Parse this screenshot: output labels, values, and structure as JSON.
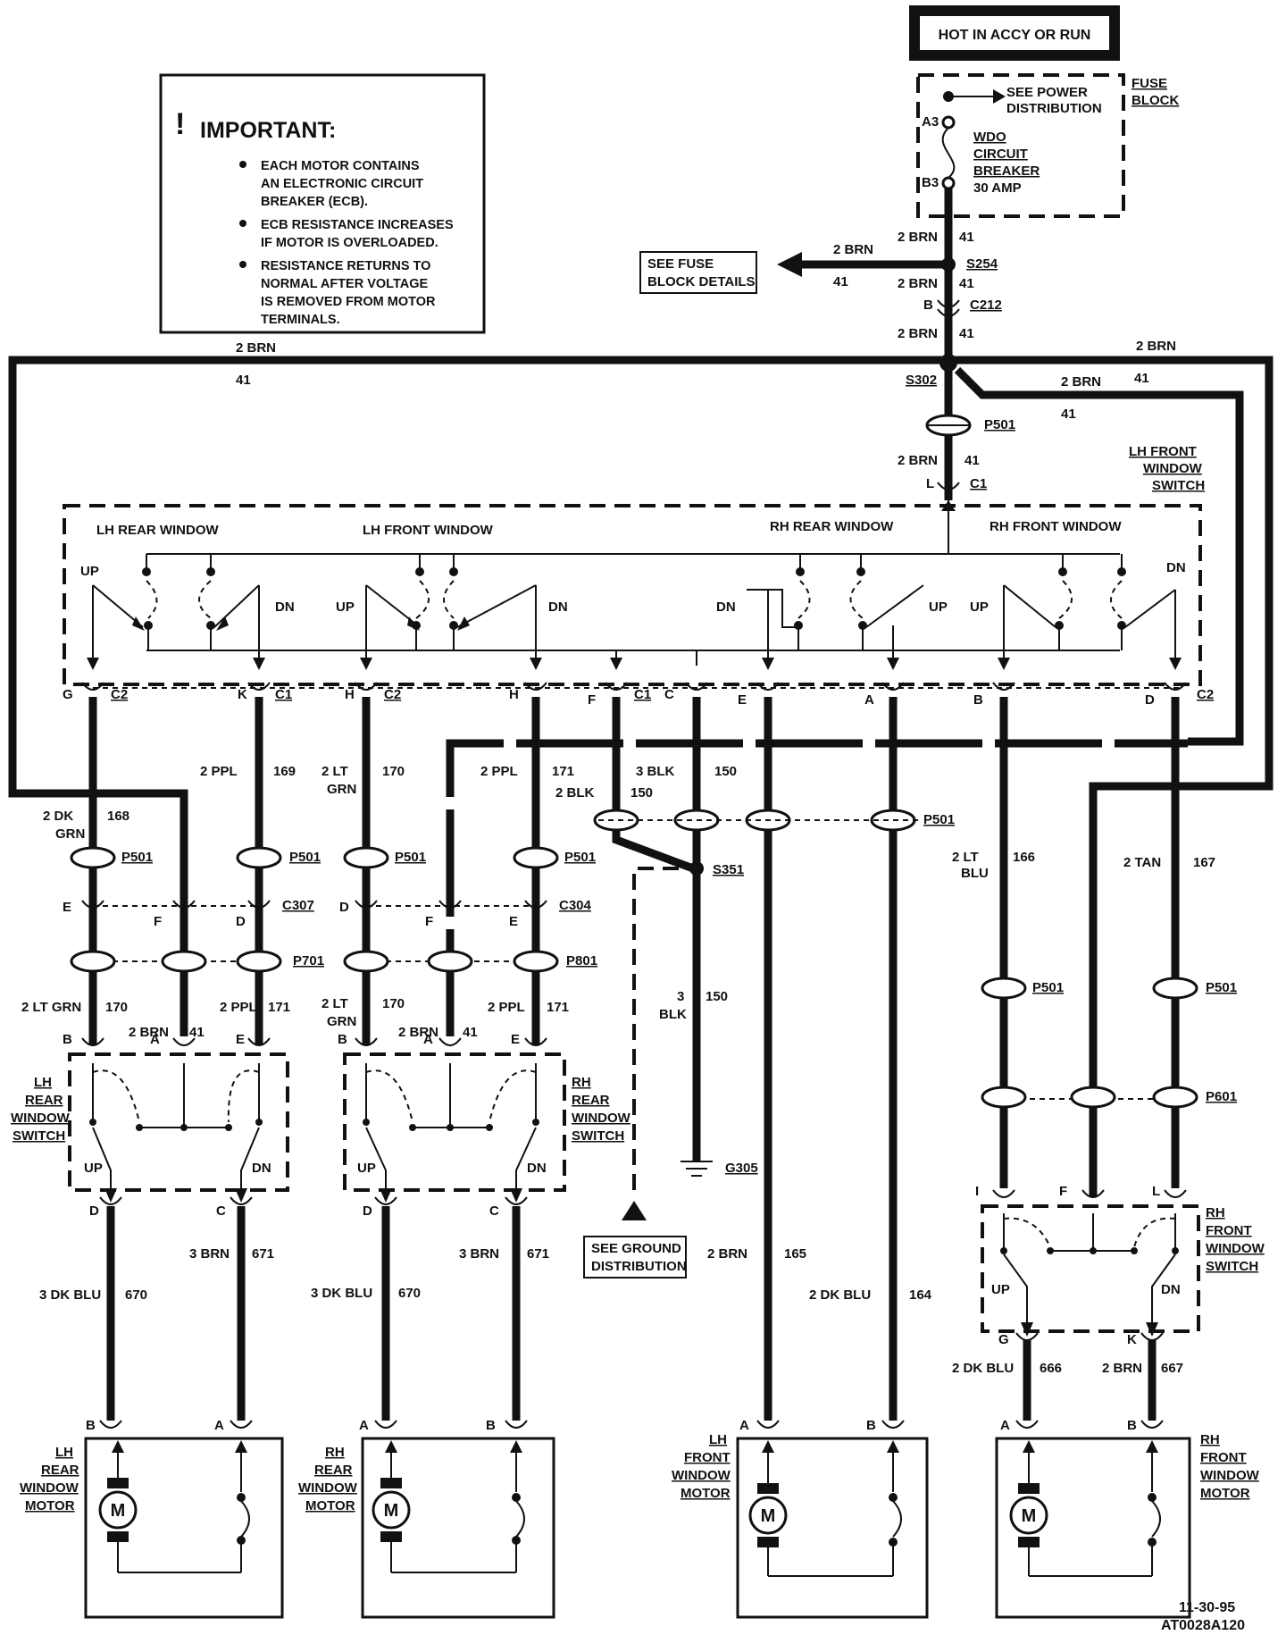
{
  "power": {
    "title": "HOT IN ACCY OR RUN",
    "fuse_block_label": [
      "FUSE",
      "BLOCK"
    ],
    "see_power": [
      "SEE POWER",
      "DISTRIBUTION"
    ],
    "breaker": [
      "WDO",
      "CIRCUIT",
      "BREAKER",
      "30 AMP"
    ],
    "pin_a3": "A3",
    "pin_b3": "B3",
    "see_fuse": [
      "SEE FUSE",
      "BLOCK DETAILS"
    ]
  },
  "important": {
    "title": "IMPORTANT:",
    "items": [
      [
        "EACH MOTOR CONTAINS",
        "AN ELECTRONIC CIRCUIT",
        "BREAKER (ECB)."
      ],
      [
        "ECB RESISTANCE INCREASES",
        "IF MOTOR IS OVERLOADED."
      ],
      [
        "RESISTANCE RETURNS TO",
        "NORMAL AFTER VOLTAGE",
        "IS REMOVED FROM MOTOR",
        "TERMINALS."
      ]
    ]
  },
  "splices": {
    "s254": "S254",
    "c212": "C212",
    "s302": "S302",
    "p501": "P501",
    "c1": "C1",
    "c2": "C2",
    "s351": "S351",
    "g305": "G305",
    "c307": "C307",
    "c304": "C304",
    "p701": "P701",
    "p801": "P801",
    "p601": "P601"
  },
  "wire_labels": {
    "brn2": "2 BRN",
    "n41": "41",
    "b": "B",
    "l": "L",
    "ppl2": "2 PPL",
    "n169": "169",
    "lt2": "2 LT",
    "grn": "GRN",
    "n170": "170",
    "n171": "171",
    "blk3": "3 BLK",
    "blk2": "2 BLK",
    "n150": "150",
    "dk2": "2 DK",
    "n168": "168",
    "ltgrn2": "2 LT GRN",
    "blu": "BLU",
    "n166": "166",
    "tan2": "2 TAN",
    "n167": "167",
    "three": "3",
    "blk": "BLK",
    "brn3": "3 BRN",
    "n671": "671",
    "dkblu3": "3 DK BLU",
    "n670": "670",
    "n165": "165",
    "dkblu2": "2 DK BLU",
    "n164": "164",
    "n666": "666",
    "n667": "667"
  },
  "switch_block": {
    "name": [
      "LH FRONT",
      "WINDOW",
      "SWITCH"
    ],
    "sections": [
      "LH REAR WINDOW",
      "LH FRONT WINDOW",
      "RH REAR WINDOW",
      "RH FRONT WINDOW"
    ],
    "up": "UP",
    "dn": "DN",
    "pins": [
      "G",
      "K",
      "H",
      "H",
      "F",
      "C",
      "E",
      "A",
      "B",
      "D"
    ]
  },
  "switches": {
    "lh_rear": [
      "LH",
      "REAR",
      "WINDOW",
      "SWITCH"
    ],
    "rh_rear": [
      "RH",
      "REAR",
      "WINDOW",
      "SWITCH"
    ],
    "rh_front": [
      "RH",
      "FRONT",
      "WINDOW",
      "SWITCH"
    ]
  },
  "pins": {
    "a": "A",
    "b": "B",
    "c": "C",
    "d": "D",
    "e": "E",
    "f": "F",
    "g": "G",
    "i": "I",
    "k": "K",
    "l": "L"
  },
  "motors": {
    "lh_rear": [
      "LH",
      "REAR",
      "WINDOW",
      "MOTOR"
    ],
    "rh_rear": [
      "RH",
      "REAR",
      "WINDOW",
      "MOTOR"
    ],
    "lh_front": [
      "LH",
      "FRONT",
      "WINDOW",
      "MOTOR"
    ],
    "rh_front": [
      "RH",
      "FRONT",
      "WINDOW",
      "MOTOR"
    ],
    "m": "M"
  },
  "ground": {
    "see": [
      "SEE GROUND",
      "DISTRIBUTION"
    ]
  },
  "footer": {
    "date": "11-30-95",
    "code": "AT0028A120"
  }
}
